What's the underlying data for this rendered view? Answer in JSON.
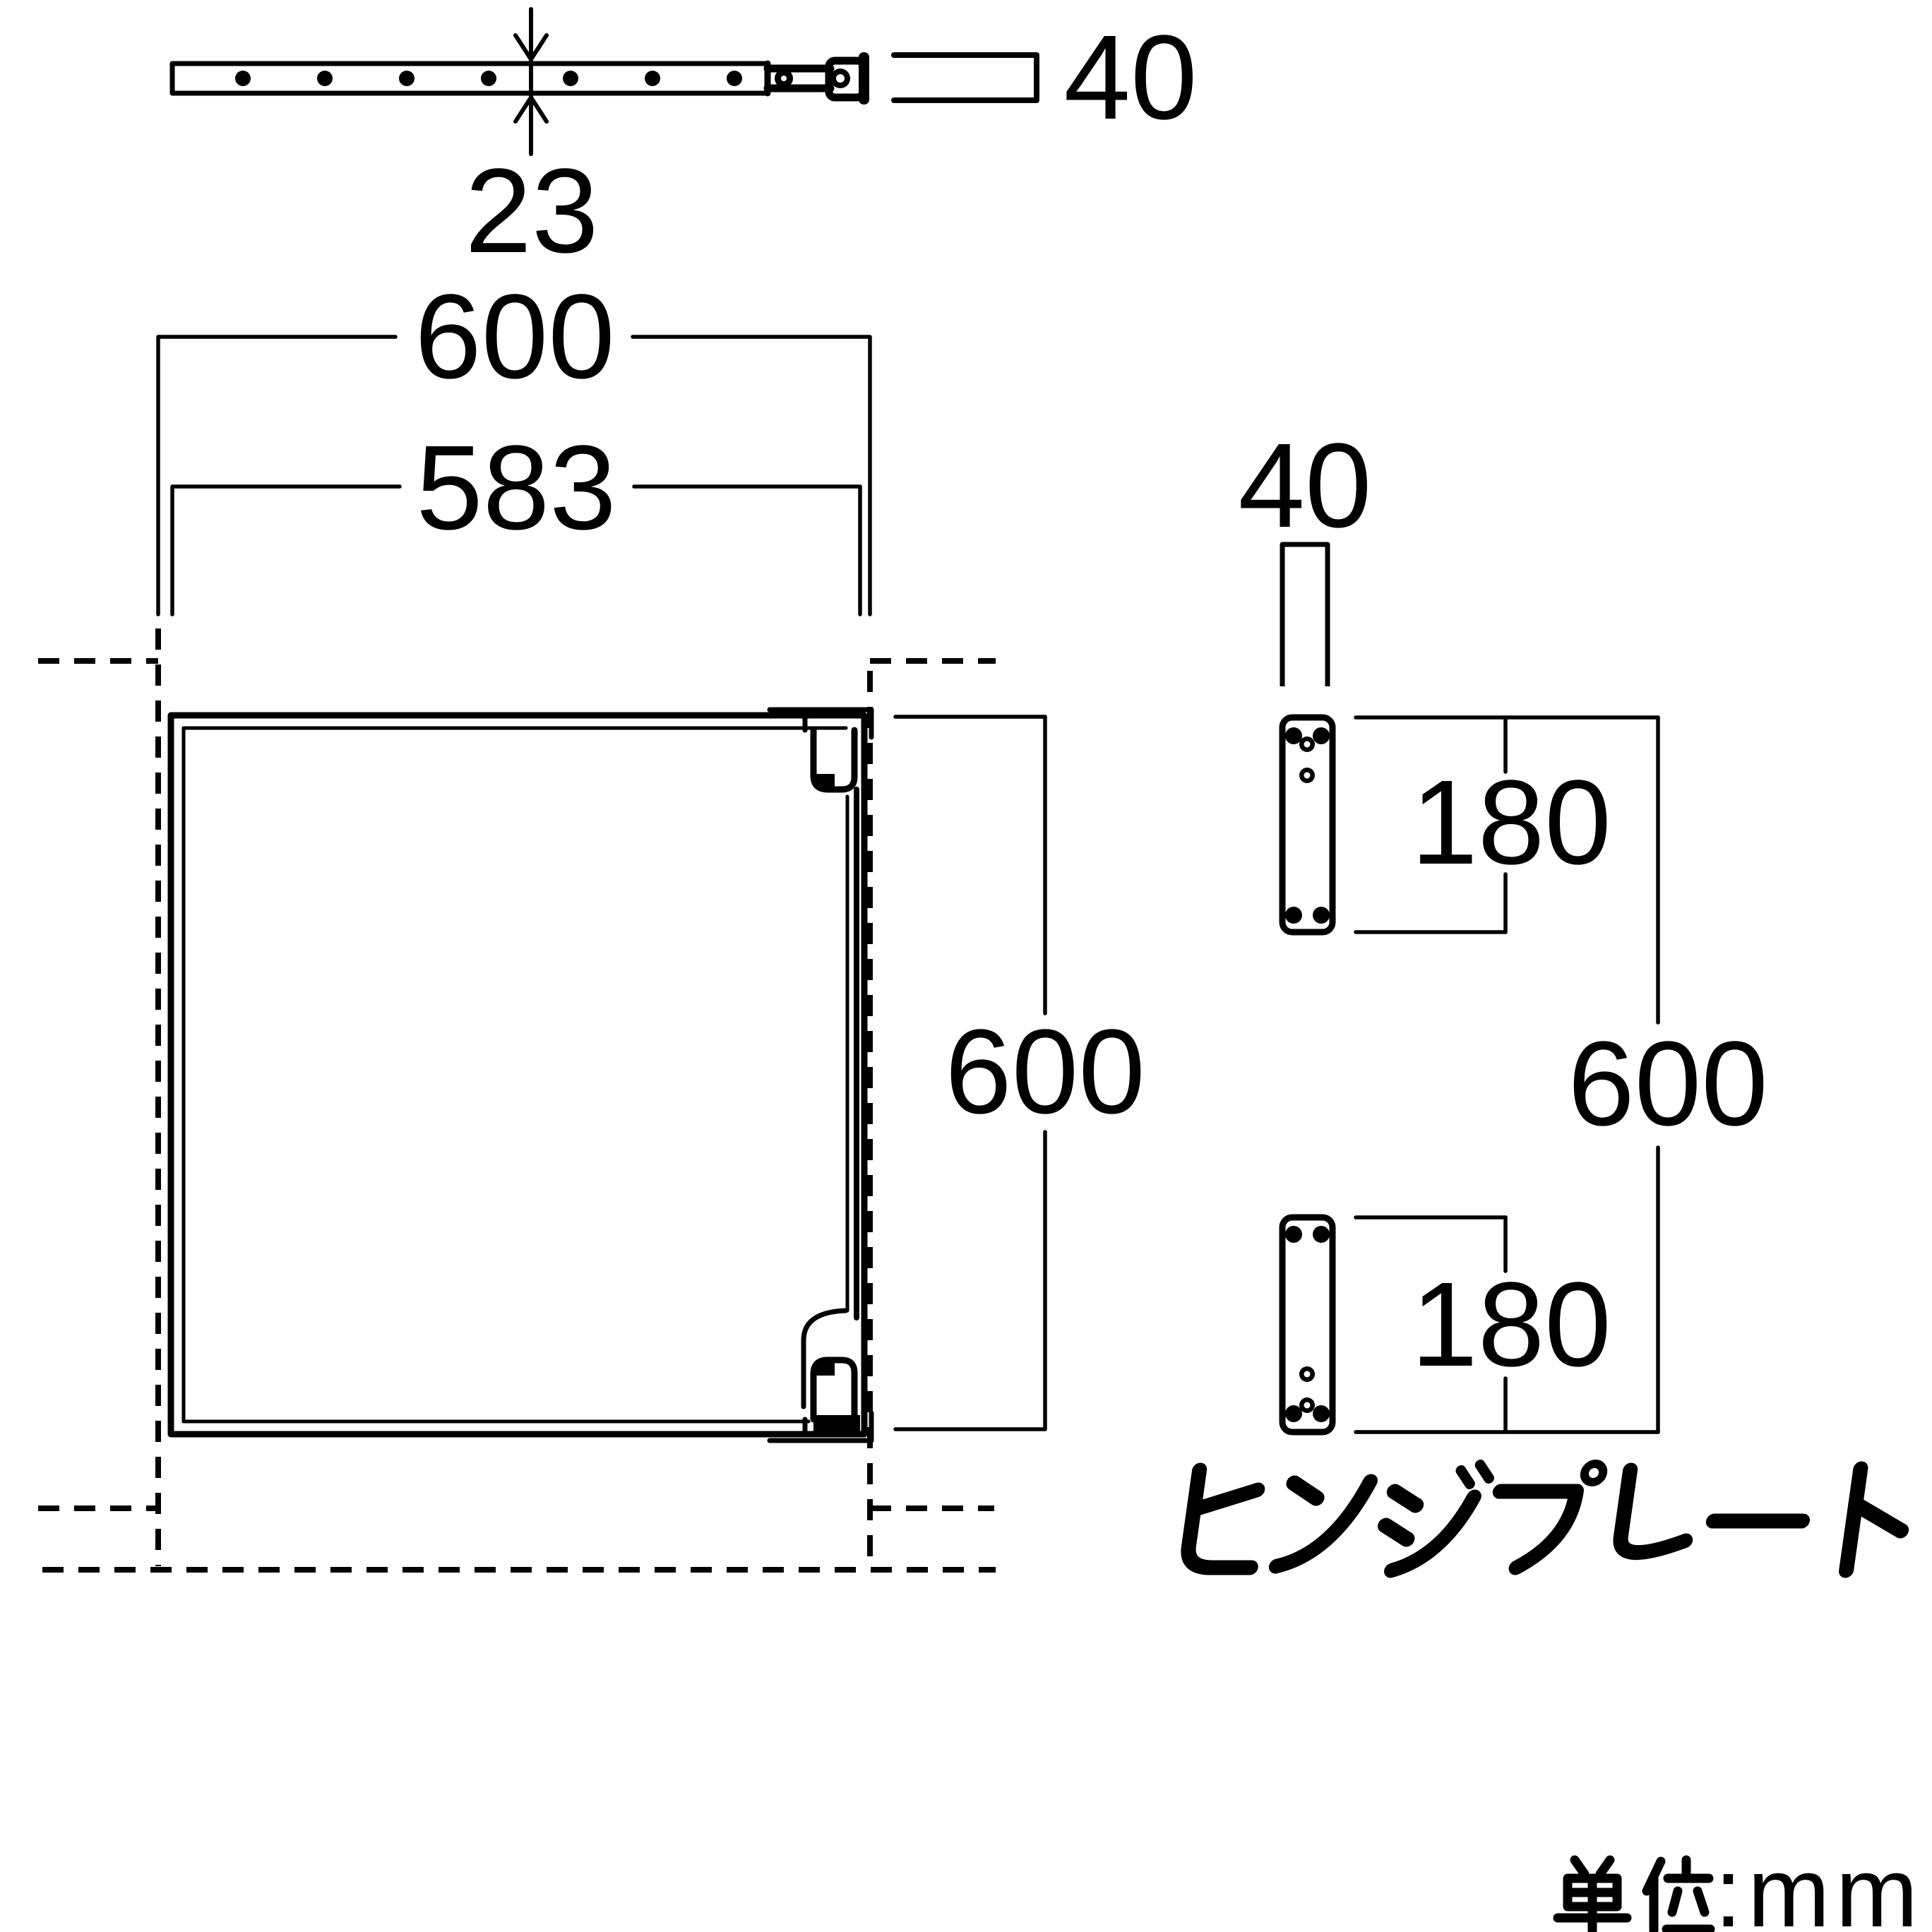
{
  "drawing": {
    "type": "technical-dimension-drawing",
    "line_color": "#000000",
    "background_color": "#ffffff",
    "unit_note": "単位:mm",
    "unit_note_suffix": ":mm",
    "hinge_plate_label": "ヒンジプレート",
    "dims": {
      "panel_thickness": "23",
      "worktop_thickness": "40",
      "opening_width": "600",
      "panel_width": "583",
      "panel_height": "600",
      "plate_width": "40",
      "plate_top_length": "180",
      "plate_outer_span": "600",
      "plate_bottom_length": "180"
    }
  }
}
